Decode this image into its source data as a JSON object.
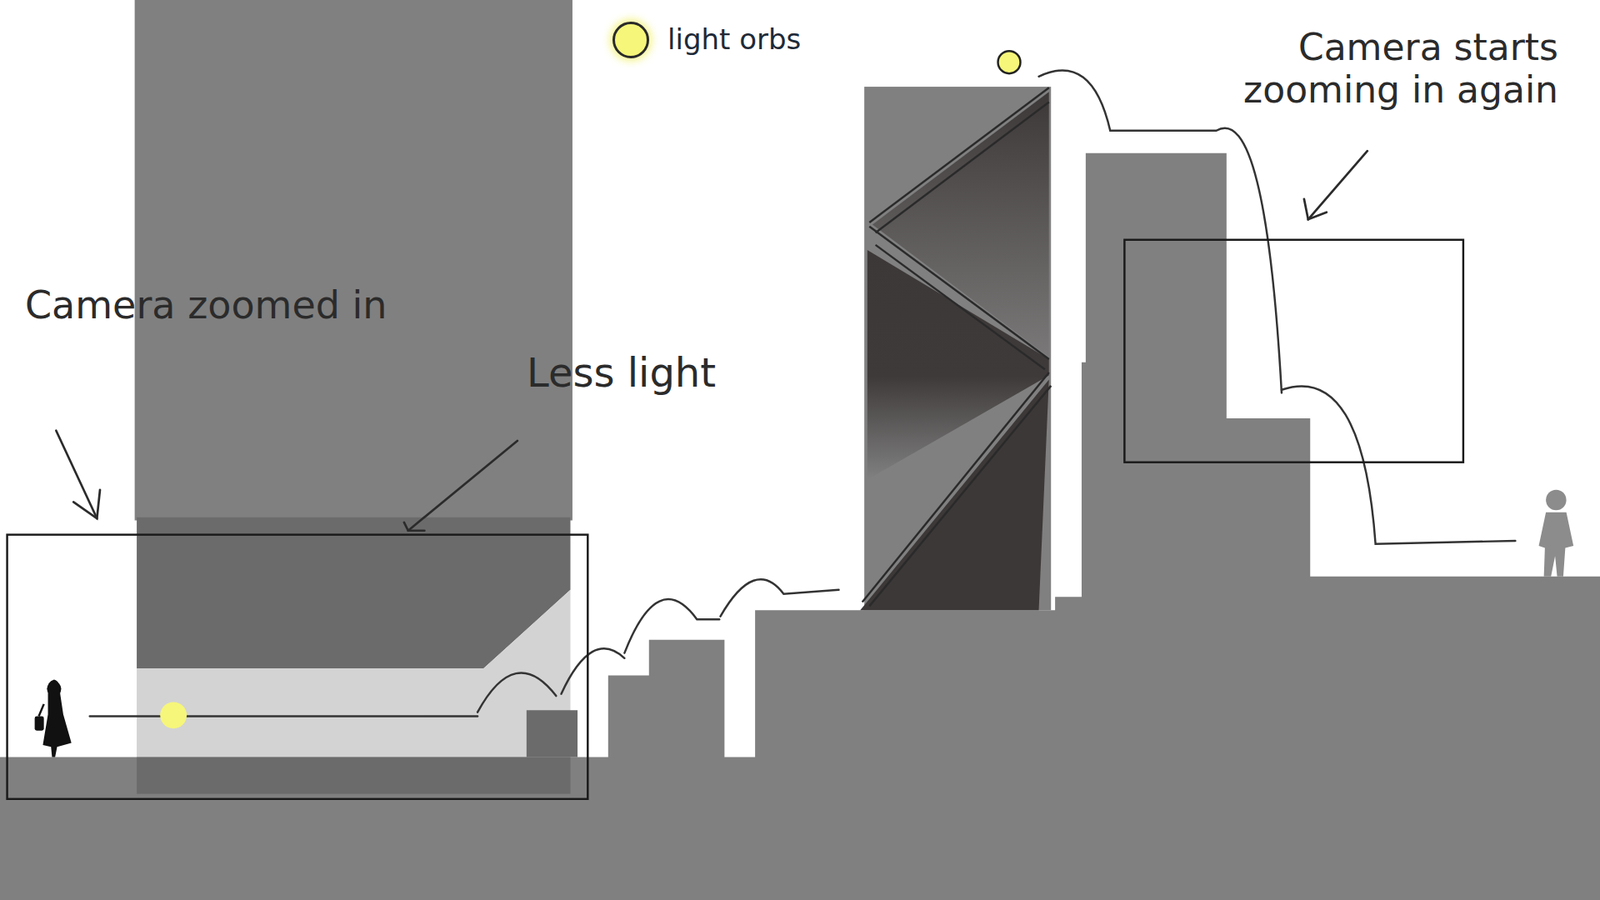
{
  "diagram": {
    "labels": [
      "Camera zoomed in",
      "Less light",
      "Camera starts zooming in again"
    ],
    "legend": [
      {
        "text": "light orbs",
        "color": "#f6f67a"
      }
    ]
  }
}
